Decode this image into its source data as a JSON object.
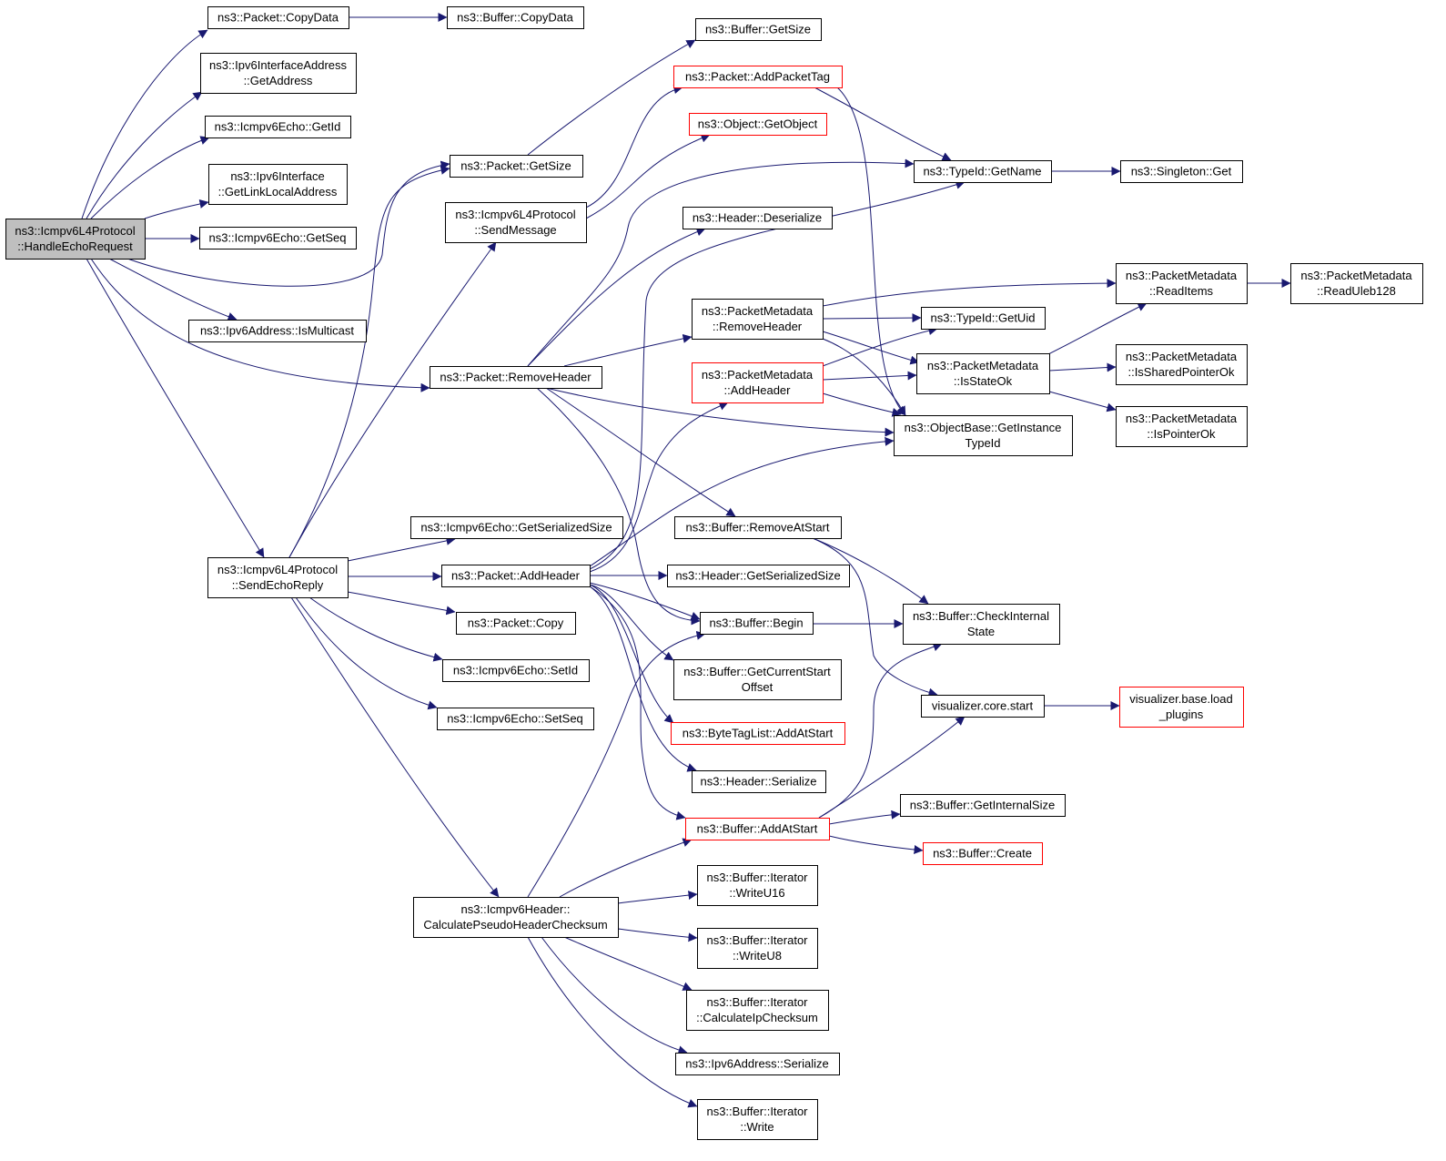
{
  "diagram": {
    "colors": {
      "edge": "#191970",
      "node_border": "#000000",
      "node_border_truncated": "#ff0000",
      "root_fill": "#bfbfbf",
      "node_fill": "#ffffff"
    },
    "nodes": [
      {
        "id": "root",
        "lines": [
          "ns3::Icmpv6L4Protocol",
          "::HandleEchoRequest"
        ],
        "root": true
      },
      {
        "id": "pkt_copydata",
        "lines": [
          "ns3::Packet::CopyData"
        ]
      },
      {
        "id": "buf_copydata",
        "lines": [
          "ns3::Buffer::CopyData"
        ]
      },
      {
        "id": "ipv6ifaddr_getaddress",
        "lines": [
          "ns3::Ipv6InterfaceAddress",
          "::GetAddress"
        ]
      },
      {
        "id": "echo_getid",
        "lines": [
          "ns3::Icmpv6Echo::GetId"
        ]
      },
      {
        "id": "ipv6if_getlinklocal",
        "lines": [
          "ns3::Ipv6Interface",
          "::GetLinkLocalAddress"
        ]
      },
      {
        "id": "echo_getseq",
        "lines": [
          "ns3::Icmpv6Echo::GetSeq"
        ]
      },
      {
        "id": "ipv6addr_ismulticast",
        "lines": [
          "ns3::Ipv6Address::IsMulticast"
        ]
      },
      {
        "id": "pkt_getsize",
        "lines": [
          "ns3::Packet::GetSize"
        ]
      },
      {
        "id": "l4_sendmessage",
        "lines": [
          "ns3::Icmpv6L4Protocol",
          "::SendMessage"
        ]
      },
      {
        "id": "pkt_removeheader",
        "lines": [
          "ns3::Packet::RemoveHeader"
        ]
      },
      {
        "id": "l4_sendechoreply",
        "lines": [
          "ns3::Icmpv6L4Protocol",
          "::SendEchoReply"
        ]
      },
      {
        "id": "echo_getserializedsize",
        "lines": [
          "ns3::Icmpv6Echo::GetSerializedSize"
        ]
      },
      {
        "id": "pkt_addheader",
        "lines": [
          "ns3::Packet::AddHeader"
        ]
      },
      {
        "id": "pkt_copy",
        "lines": [
          "ns3::Packet::Copy"
        ]
      },
      {
        "id": "echo_setid",
        "lines": [
          "ns3::Icmpv6Echo::SetId"
        ]
      },
      {
        "id": "echo_setseq",
        "lines": [
          "ns3::Icmpv6Echo::SetSeq"
        ]
      },
      {
        "id": "icmpv6hdr_calcpseudo",
        "lines": [
          "ns3::Icmpv6Header::",
          "CalculatePseudoHeaderChecksum"
        ]
      },
      {
        "id": "buf_getsize",
        "lines": [
          "ns3::Buffer::GetSize"
        ]
      },
      {
        "id": "pkt_addpackettag",
        "lines": [
          "ns3::Packet::AddPacketTag"
        ],
        "truncated": true
      },
      {
        "id": "obj_getobject",
        "lines": [
          "ns3::Object::GetObject"
        ],
        "truncated": true
      },
      {
        "id": "hdr_deserialize",
        "lines": [
          "ns3::Header::Deserialize"
        ]
      },
      {
        "id": "pm_removeheader",
        "lines": [
          "ns3::PacketMetadata",
          "::RemoveHeader"
        ]
      },
      {
        "id": "pm_addheader",
        "lines": [
          "ns3::PacketMetadata",
          "::AddHeader"
        ],
        "truncated": true
      },
      {
        "id": "buf_removeatstart",
        "lines": [
          "ns3::Buffer::RemoveAtStart"
        ]
      },
      {
        "id": "hdr_getserializedsize",
        "lines": [
          "ns3::Header::GetSerializedSize"
        ]
      },
      {
        "id": "buf_begin",
        "lines": [
          "ns3::Buffer::Begin"
        ]
      },
      {
        "id": "buf_getcurrentstartoffset",
        "lines": [
          "ns3::Buffer::GetCurrentStart",
          "Offset"
        ]
      },
      {
        "id": "btl_addatstart",
        "lines": [
          "ns3::ByteTagList::AddAtStart"
        ],
        "truncated": true
      },
      {
        "id": "hdr_serialize",
        "lines": [
          "ns3::Header::Serialize"
        ]
      },
      {
        "id": "buf_addatstart",
        "lines": [
          "ns3::Buffer::AddAtStart"
        ],
        "truncated": true
      },
      {
        "id": "it_writeu16",
        "lines": [
          "ns3::Buffer::Iterator",
          "::WriteU16"
        ]
      },
      {
        "id": "it_writeu8",
        "lines": [
          "ns3::Buffer::Iterator",
          "::WriteU8"
        ]
      },
      {
        "id": "it_calcipchecksum",
        "lines": [
          "ns3::Buffer::Iterator",
          "::CalculateIpChecksum"
        ]
      },
      {
        "id": "ipv6addr_serialize",
        "lines": [
          "ns3::Ipv6Address::Serialize"
        ]
      },
      {
        "id": "it_write",
        "lines": [
          "ns3::Buffer::Iterator",
          "::Write"
        ]
      },
      {
        "id": "typeid_getname",
        "lines": [
          "ns3::TypeId::GetName"
        ]
      },
      {
        "id": "typeid_getuid",
        "lines": [
          "ns3::TypeId::GetUid"
        ]
      },
      {
        "id": "pm_isstateok",
        "lines": [
          "ns3::PacketMetadata",
          "::IsStateOk"
        ]
      },
      {
        "id": "objbase_getinstancetypeid",
        "lines": [
          "ns3::ObjectBase::GetInstance",
          "TypeId"
        ]
      },
      {
        "id": "buf_checkinternalstate",
        "lines": [
          "ns3::Buffer::CheckInternal",
          "State"
        ]
      },
      {
        "id": "viz_core_start",
        "lines": [
          "visualizer.core.start"
        ]
      },
      {
        "id": "buf_getinternalsize",
        "lines": [
          "ns3::Buffer::GetInternalSize"
        ]
      },
      {
        "id": "buf_create",
        "lines": [
          "ns3::Buffer::Create"
        ],
        "truncated": true
      },
      {
        "id": "singleton_get",
        "lines": [
          "ns3::Singleton::Get"
        ]
      },
      {
        "id": "pm_readitems",
        "lines": [
          "ns3::PacketMetadata",
          "::ReadItems"
        ]
      },
      {
        "id": "pm_issharedpointerok",
        "lines": [
          "ns3::PacketMetadata",
          "::IsSharedPointerOk"
        ]
      },
      {
        "id": "pm_ispointerok",
        "lines": [
          "ns3::PacketMetadata",
          "::IsPointerOk"
        ]
      },
      {
        "id": "viz_base_loadplugins",
        "lines": [
          "visualizer.base.load",
          "_plugins"
        ],
        "truncated": true
      },
      {
        "id": "pm_readuleb128",
        "lines": [
          "ns3::PacketMetadata",
          "::ReadUleb128"
        ]
      }
    ],
    "edges": [
      [
        "root",
        "pkt_copydata"
      ],
      [
        "root",
        "ipv6ifaddr_getaddress"
      ],
      [
        "root",
        "echo_getid"
      ],
      [
        "root",
        "ipv6if_getlinklocal"
      ],
      [
        "root",
        "echo_getseq"
      ],
      [
        "root",
        "pkt_getsize"
      ],
      [
        "root",
        "ipv6addr_ismulticast"
      ],
      [
        "root",
        "pkt_removeheader"
      ],
      [
        "root",
        "l4_sendechoreply"
      ],
      [
        "pkt_copydata",
        "buf_copydata"
      ],
      [
        "pkt_getsize",
        "buf_getsize"
      ],
      [
        "l4_sendmessage",
        "pkt_addpackettag"
      ],
      [
        "l4_sendmessage",
        "obj_getobject"
      ],
      [
        "pkt_addpackettag",
        "typeid_getname"
      ],
      [
        "pkt_addpackettag",
        "objbase_getinstancetypeid"
      ],
      [
        "typeid_getname",
        "singleton_get"
      ],
      [
        "pkt_removeheader",
        "hdr_deserialize"
      ],
      [
        "pkt_removeheader",
        "typeid_getname"
      ],
      [
        "pkt_removeheader",
        "pm_removeheader"
      ],
      [
        "pkt_removeheader",
        "objbase_getinstancetypeid"
      ],
      [
        "pkt_removeheader",
        "buf_removeatstart"
      ],
      [
        "pkt_removeheader",
        "buf_begin"
      ],
      [
        "pm_removeheader",
        "pm_readitems"
      ],
      [
        "pm_removeheader",
        "typeid_getuid"
      ],
      [
        "pm_removeheader",
        "pm_isstateok"
      ],
      [
        "pm_removeheader",
        "objbase_getinstancetypeid"
      ],
      [
        "pm_addheader",
        "typeid_getuid"
      ],
      [
        "pm_addheader",
        "pm_isstateok"
      ],
      [
        "pm_addheader",
        "objbase_getinstancetypeid"
      ],
      [
        "pm_isstateok",
        "pm_readitems"
      ],
      [
        "pm_isstateok",
        "pm_issharedpointerok"
      ],
      [
        "pm_isstateok",
        "pm_ispointerok"
      ],
      [
        "pm_readitems",
        "pm_readuleb128"
      ],
      [
        "l4_sendechoreply",
        "pkt_getsize"
      ],
      [
        "l4_sendechoreply",
        "l4_sendmessage"
      ],
      [
        "l4_sendechoreply",
        "echo_getserializedsize"
      ],
      [
        "l4_sendechoreply",
        "pkt_addheader"
      ],
      [
        "l4_sendechoreply",
        "pkt_copy"
      ],
      [
        "l4_sendechoreply",
        "echo_setid"
      ],
      [
        "l4_sendechoreply",
        "echo_setseq"
      ],
      [
        "l4_sendechoreply",
        "icmpv6hdr_calcpseudo"
      ],
      [
        "pkt_addheader",
        "typeid_getname"
      ],
      [
        "pkt_addheader",
        "pm_addheader"
      ],
      [
        "pkt_addheader",
        "objbase_getinstancetypeid"
      ],
      [
        "pkt_addheader",
        "hdr_getserializedsize"
      ],
      [
        "pkt_addheader",
        "buf_begin"
      ],
      [
        "pkt_addheader",
        "buf_getcurrentstartoffset"
      ],
      [
        "pkt_addheader",
        "btl_addatstart"
      ],
      [
        "pkt_addheader",
        "hdr_serialize"
      ],
      [
        "pkt_addheader",
        "buf_addatstart"
      ],
      [
        "buf_removeatstart",
        "buf_checkinternalstate"
      ],
      [
        "buf_removeatstart",
        "viz_core_start"
      ],
      [
        "buf_begin",
        "buf_checkinternalstate"
      ],
      [
        "buf_addatstart",
        "buf_checkinternalstate"
      ],
      [
        "buf_addatstart",
        "viz_core_start"
      ],
      [
        "buf_addatstart",
        "buf_getinternalsize"
      ],
      [
        "buf_addatstart",
        "buf_create"
      ],
      [
        "viz_core_start",
        "viz_base_loadplugins"
      ],
      [
        "icmpv6hdr_calcpseudo",
        "buf_begin"
      ],
      [
        "icmpv6hdr_calcpseudo",
        "buf_addatstart"
      ],
      [
        "icmpv6hdr_calcpseudo",
        "it_writeu16"
      ],
      [
        "icmpv6hdr_calcpseudo",
        "it_writeu8"
      ],
      [
        "icmpv6hdr_calcpseudo",
        "it_calcipchecksum"
      ],
      [
        "icmpv6hdr_calcpseudo",
        "ipv6addr_serialize"
      ],
      [
        "icmpv6hdr_calcpseudo",
        "it_write"
      ]
    ]
  }
}
